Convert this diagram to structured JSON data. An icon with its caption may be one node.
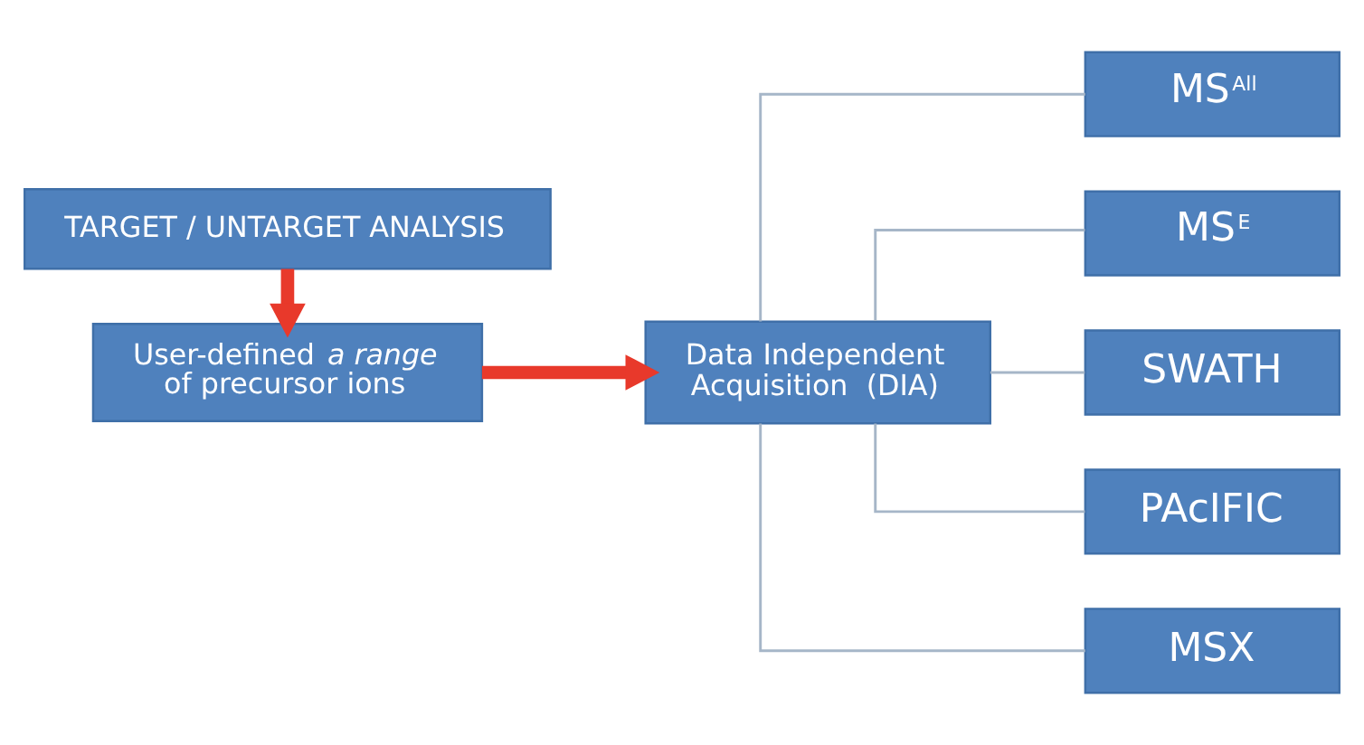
{
  "diagram": {
    "nodes": [
      {
        "text": [
          "TARGET / UNTARGET ANALYSIS"
        ]
      },
      {
        "text": [
          "User-defined *a range* of precursor ions"
        ]
      },
      {
        "text": [
          "Data Independent Acquisition  (DIA)"
        ]
      },
      {
        "text": [
          "MS$^{All}$"
        ]
      },
      {
        "text": [
          "MS$^{E}$"
        ]
      },
      {
        "text": [
          "SWATH"
        ]
      },
      {
        "text": [
          "PAcIFIC"
        ]
      },
      {
        "text": [
          "MSX"
        ]
      }
    ],
    "edges": [
      {
        "from": 0,
        "to": 1,
        "arrow": "to",
        "style": "thick",
        "color": "#e8392b"
      },
      {
        "from": 1,
        "to": 2,
        "arrow": "to",
        "style": "thick",
        "color": "#e8392b"
      },
      {
        "from": 2,
        "to": 3,
        "arrow": "none"
      },
      {
        "from": 2,
        "to": 4,
        "arrow": "none"
      },
      {
        "from": 2,
        "to": 5,
        "arrow": "none"
      },
      {
        "from": 2,
        "to": 6,
        "arrow": "none"
      },
      {
        "from": 2,
        "to": 7,
        "arrow": "none"
      }
    ]
  }
}
